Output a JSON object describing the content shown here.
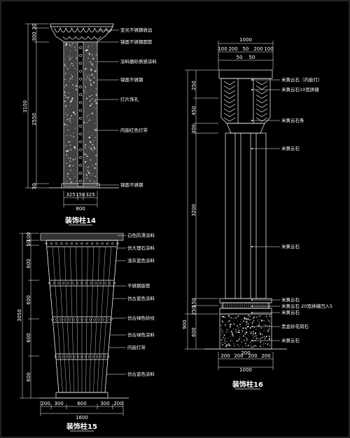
{
  "colors": {
    "background": "#000000",
    "line": "#ffffff",
    "led": "#ffffff"
  },
  "col14": {
    "title": "装饰柱14",
    "dims_v": {
      "top": "30",
      "upper": "300",
      "total": "3100",
      "mid": "2550",
      "bottom": "30"
    },
    "dims_h": {
      "a": "325",
      "b": "150",
      "c": "325",
      "total": "800"
    },
    "labels": [
      "亚光不锈钢收边",
      "镜面不锈钢圆管",
      "涂料磨砂质感涂料",
      "镜面不锈钢",
      "灯片饰孔",
      "内嵌红色灯带",
      "镜面不锈钢"
    ]
  },
  "col15": {
    "title": "装饰柱15",
    "dims_v": {
      "d1": "100",
      "d2": "50",
      "d3": "600",
      "d4": "600",
      "total": "3050",
      "d5": "600",
      "d6": "600"
    },
    "dims_h": {
      "a": "200",
      "b": "300",
      "c": "600",
      "d": "300",
      "e": "200",
      "total": "1600"
    },
    "labels": [
      "白色防滑涂料",
      "仿大理石涂料",
      "浅灰蓝色涂料",
      "不锈钢嵌管",
      "仿古蓝色涂料",
      "仿古绿色砂纹",
      "仿古绿色涂料",
      "内嵌灯带",
      "仿古蓝色涂料"
    ]
  },
  "col16": {
    "title": "装饰柱16",
    "dims_top": {
      "total": "1000",
      "a": "100",
      "b": "200",
      "c": "50",
      "d": "200",
      "e": "100",
      "f": "50",
      "g": "50"
    },
    "dims_v": {
      "a": "250",
      "b": "450",
      "c": "300",
      "d": "3200",
      "e": "150",
      "f": "250",
      "total": "900",
      "g": "600"
    },
    "dims_bottom": {
      "a": "200",
      "b": "200",
      "c": "200",
      "d": "200",
      "total": "1000",
      "top": "200"
    },
    "labels": [
      "米黄云石（内嵌灯）",
      "米黄云石10宽拼缝",
      "米黄云石条",
      "米黄云石",
      "米黄云石",
      "米黄云石",
      "米黄云石 20宽拼缝凹入5",
      "米黄云石",
      "黑金砂花岗石",
      "米黄云石"
    ]
  }
}
